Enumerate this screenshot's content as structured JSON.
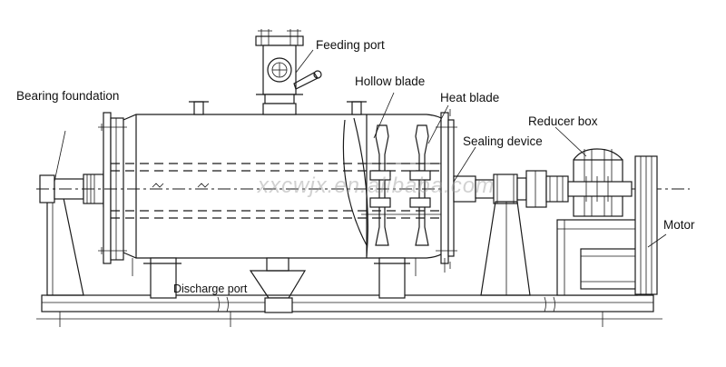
{
  "labels": {
    "feeding_port": "Feeding port",
    "hollow_blade": "Hollow blade",
    "heat_blade": "Heat blade",
    "bearing_foundation": "Bearing foundation",
    "sealing_device": "Sealing device",
    "reducer_box": "Reducer box",
    "motor": "Motor",
    "discharge_port": "Discharge port"
  },
  "watermark": "xxcwjx.en.alibaba.com",
  "colors": {
    "line": "#1a1a1a",
    "background": "#ffffff",
    "watermark": "#9a9a9a"
  }
}
